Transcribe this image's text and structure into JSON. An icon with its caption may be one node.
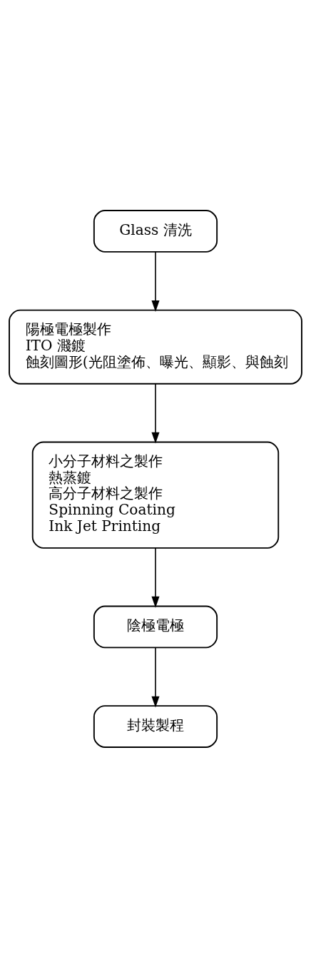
{
  "diagram": {
    "nodes": [
      {
        "text": [
          "Glass 清洗"
        ]
      },
      {
        "text": [
          "陽極電極製作",
          "ITO 濺鍍",
          "蝕刻圖形(光阻塗佈、曝光、顯影、與蝕刻"
        ]
      },
      {
        "text": [
          "小分子材料之製作",
          "熱蒸鍍",
          "高分子材料之製作",
          "Spinning Coating",
          "Ink Jet Printing"
        ]
      },
      {
        "text": [
          "陰極電極"
        ]
      },
      {
        "text": [
          "封裝製程"
        ]
      }
    ],
    "edges": [
      {
        "from": 0,
        "to": 1,
        "arrow": "to"
      },
      {
        "from": 1,
        "to": 2,
        "arrow": "to"
      },
      {
        "from": 2,
        "to": 3,
        "arrow": "to"
      },
      {
        "from": 3,
        "to": 4,
        "arrow": "to"
      }
    ]
  }
}
